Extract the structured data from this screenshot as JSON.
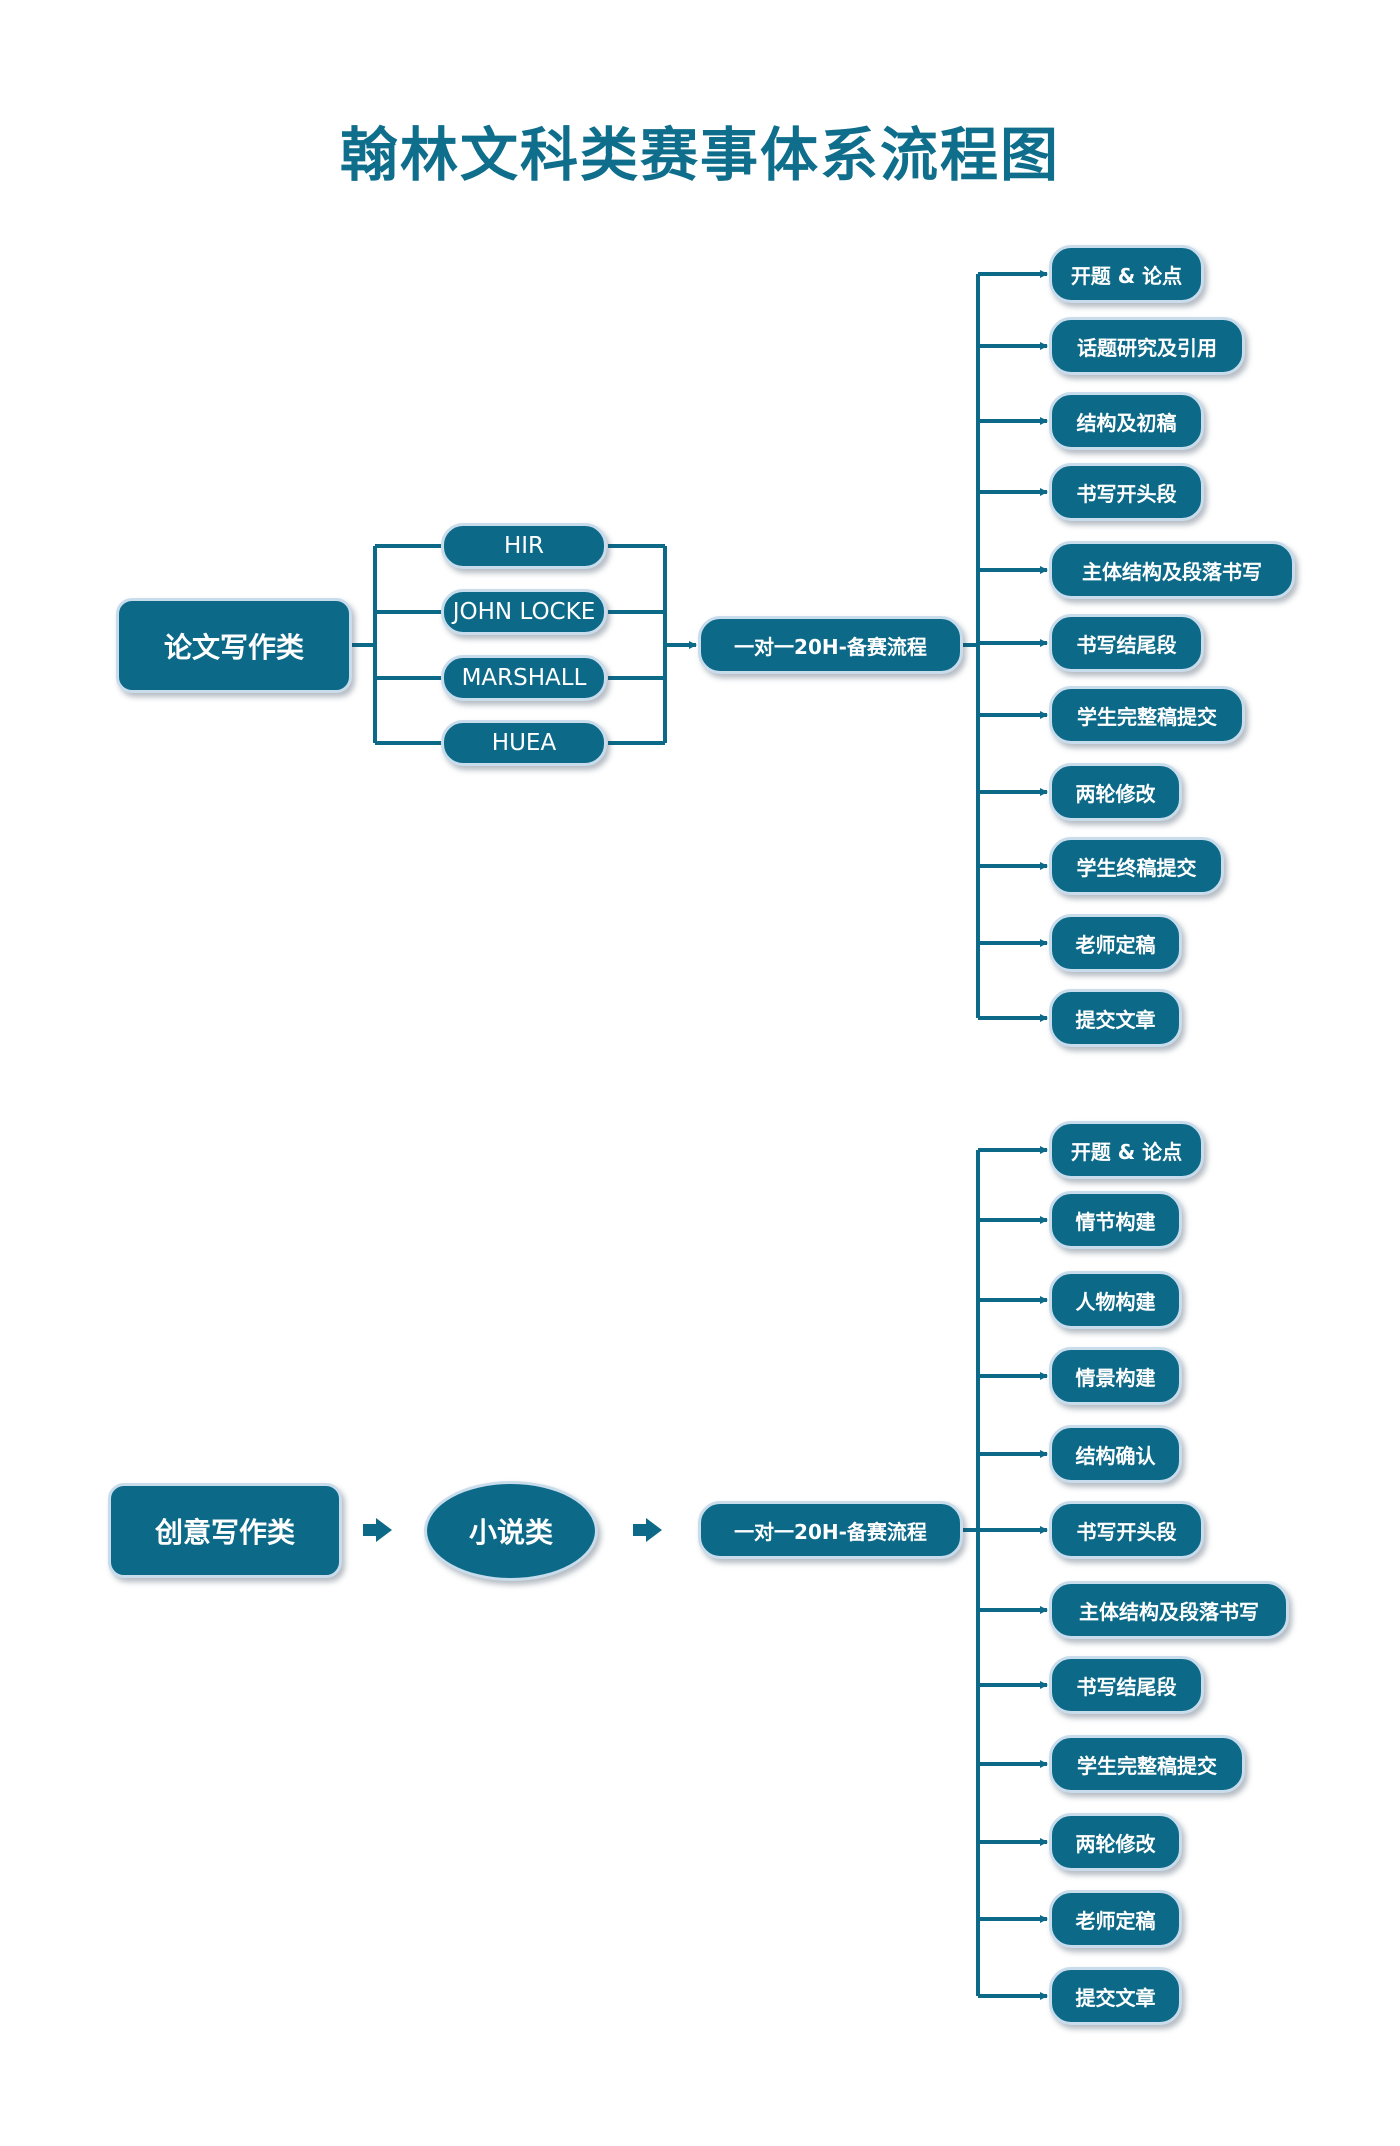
{
  "title": "翰林文科类赛事体系流程图",
  "colors": {
    "primary": "#0c6a88",
    "title": "#0e6e8b",
    "border": "#c8dcec",
    "line": "#0c6a88"
  },
  "section1": {
    "category": "论文写作类",
    "programs": [
      "HIR",
      "JOHN LOCKE",
      "MARSHALL",
      "HUEA"
    ],
    "process": "一对一20H-备赛流程",
    "steps": [
      "开题 & 论点",
      "话题研究及引用",
      "结构及初稿",
      "书写开头段",
      "主体结构及段落书写",
      "书写结尾段",
      "学生完整稿提交",
      "两轮修改",
      "学生终稿提交",
      "老师定稿",
      "提交文章"
    ]
  },
  "section2": {
    "category": "创意写作类",
    "genre": "小说类",
    "process": "一对一20H-备赛流程",
    "steps": [
      "开题 & 论点",
      "情节构建",
      "人物构建",
      "情景构建",
      "结构确认",
      "书写开头段",
      "主体结构及段落书写",
      "书写结尾段",
      "学生完整稿提交",
      "两轮修改",
      "老师定稿",
      "提交文章"
    ]
  }
}
